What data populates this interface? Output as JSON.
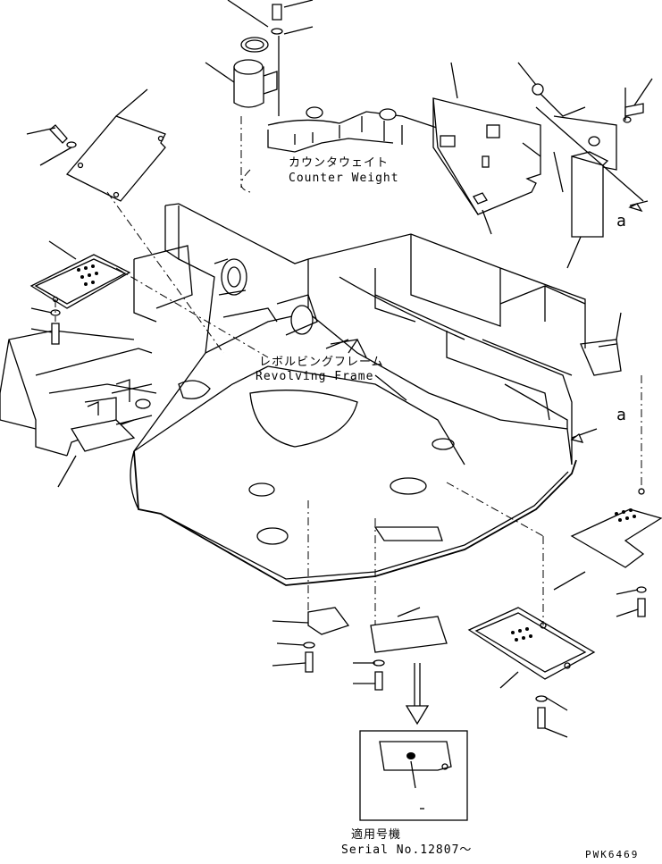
{
  "labels": {
    "counterweight_jp": "カウンタウェイト",
    "counterweight_en": "Counter Weight",
    "frame_jp": "レボルビングフレーム",
    "frame_en": "Revolving Frame",
    "view_a_top": "a",
    "view_a_mid": "a",
    "serial_jp": "適用号機",
    "serial_en": "Serial No.12807～",
    "drawing_code": "PWK6469"
  },
  "icons": {
    "arrow": "down-arrow-icon",
    "view_arrow": "view-arrow-icon"
  }
}
